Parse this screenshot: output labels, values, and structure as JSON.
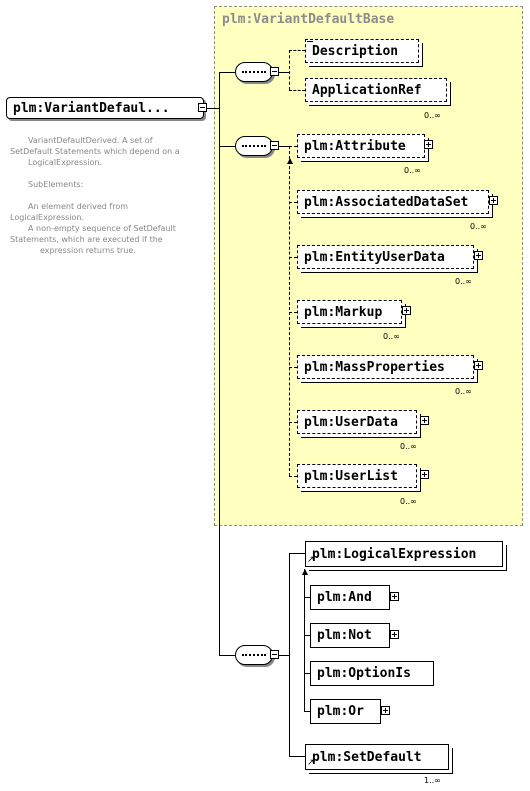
{
  "group": {
    "title": "plm:VariantDefaultBase"
  },
  "root": {
    "label": "plm:VariantDefaul..."
  },
  "documentation": [
    "VariantDefaultDerived. A set of",
    "SetDefault Statements which depend on a",
    "LogicalExpression.",
    "",
    "SubElements:",
    "",
    "An element derived from",
    "LogicalExpression.",
    "A non-empty sequence of SetDefault",
    "Statements, which are executed if the",
    "expression returns true."
  ],
  "base_sequence_1": {
    "items": [
      {
        "label": "Description",
        "cardinality": ""
      },
      {
        "label": "ApplicationRef",
        "cardinality": "0..∞"
      }
    ]
  },
  "base_sequence_2": {
    "items": [
      {
        "label": "plm:Attribute",
        "cardinality": "0..∞"
      },
      {
        "label": "plm:AssociatedDataSet",
        "cardinality": "0..∞"
      },
      {
        "label": "plm:EntityUserData",
        "cardinality": "0..∞"
      },
      {
        "label": "plm:Markup",
        "cardinality": "0..∞"
      },
      {
        "label": "plm:MassProperties",
        "cardinality": "0..∞"
      },
      {
        "label": "plm:UserData",
        "cardinality": "0..∞"
      },
      {
        "label": "plm:UserList",
        "cardinality": "0..∞"
      }
    ]
  },
  "derived_sequence": {
    "logical_expression": {
      "label": "plm:LogicalExpression"
    },
    "substitutes": [
      {
        "label": "plm:And"
      },
      {
        "label": "plm:Not"
      },
      {
        "label": "plm:OptionIs"
      },
      {
        "label": "plm:Or"
      }
    ],
    "set_default": {
      "label": "plm:SetDefault",
      "cardinality": "1..∞"
    }
  }
}
